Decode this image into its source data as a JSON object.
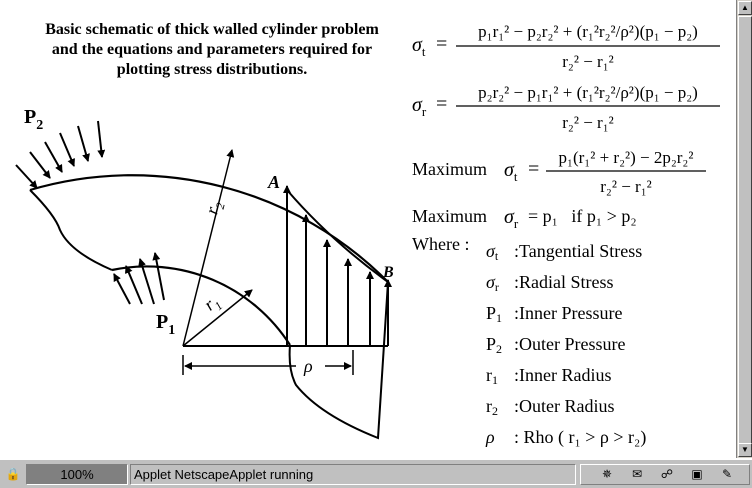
{
  "description": {
    "title_line1": "Basic schematic of thick walled cylinder problem",
    "title_line2": "and the equations and parameters required for",
    "title_line3": "plotting stress distributions."
  },
  "diagram": {
    "label_p2": "P",
    "label_p2_sub": "2",
    "label_p1": "P",
    "label_p1_sub": "1",
    "label_r1": "r",
    "label_r1_sub": "1",
    "label_r2": "r",
    "label_r2_sub": "2",
    "label_a": "A",
    "label_b": "B",
    "label_rho": "ρ"
  },
  "equations": {
    "tangential_lhs": "σ",
    "tangential_lhs_sub": "t",
    "tangential_num": "p₁r₁² − p₂r₂² + (r₁²r₂²/ρ²)(p₁ − p₂)",
    "tangential_den": "r₂² − r₁²",
    "radial_lhs": "σ",
    "radial_lhs_sub": "r",
    "radial_num": "p₂r₂² − p₁r₁² + (r₁²r₂²/ρ²)(p₁ − p₂)",
    "radial_den": "r₂² − r₁²",
    "max_t_label": "Maximum",
    "max_t_num": "p₁(r₁² + r₂²) − 2p₂r₂²",
    "max_t_den": "r₂² − r₁²",
    "max_r_label": "Maximum",
    "max_r_rhs": "= p₁   if p₁ > p₂",
    "equals": "="
  },
  "legend": {
    "where_label": "Where :",
    "items": [
      {
        "symbol": "σ",
        "sub": "t",
        "text": ":Tangential Stress"
      },
      {
        "symbol": "σ",
        "sub": "r",
        "text": ":Radial Stress"
      },
      {
        "symbol": "P",
        "sub": "1",
        "text": ":Inner Pressure"
      },
      {
        "symbol": "P",
        "sub": "2",
        "text": ":Outer Pressure"
      },
      {
        "symbol": "r",
        "sub": "1",
        "text": ":Inner Radius"
      },
      {
        "symbol": "r",
        "sub": "2",
        "text": ":Outer Radius"
      },
      {
        "symbol": "ρ",
        "sub": "",
        "text": ": Rho ( r₁ > ρ > r₂)"
      }
    ]
  },
  "statusbar": {
    "zoom": "100%",
    "status_text": "Applet NetscapeApplet running"
  },
  "icons": {
    "lock": "lock-icon",
    "component_bar": [
      "navigator-icon",
      "mail-icon",
      "discussions-icon",
      "composer-icon",
      "editor-icon"
    ]
  }
}
